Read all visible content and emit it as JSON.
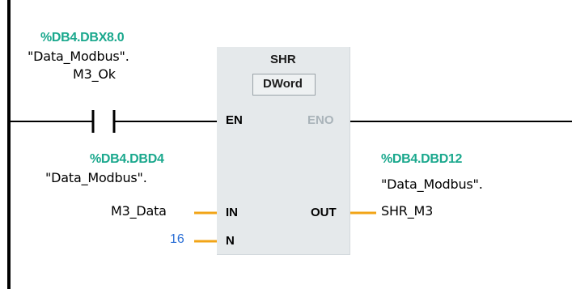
{
  "instruction": {
    "name": "SHR",
    "type": "DWord",
    "pin_en": "EN",
    "pin_eno": "ENO",
    "pin_in": "IN",
    "pin_n": "N",
    "pin_out": "OUT"
  },
  "contact": {
    "address": "%DB4.DBX8.0",
    "symbol_line1": "\"Data_Modbus\".",
    "symbol_line2": "M3_Ok"
  },
  "input_in": {
    "address": "%DB4.DBD4",
    "symbol_line1": "\"Data_Modbus\".",
    "symbol_line2": "M3_Data"
  },
  "input_n": {
    "value": "16"
  },
  "output_out": {
    "address": "%DB4.DBD12",
    "symbol_line1": "\"Data_Modbus\".",
    "symbol_line2": "SHR_M3"
  },
  "colors": {
    "address": "#1aa88d",
    "constant": "#2b6fd6",
    "box_fill": "#e5e9eb",
    "wire": "#000000",
    "param_wire": "#f2a417",
    "eno_disabled": "#a9b3b9"
  }
}
